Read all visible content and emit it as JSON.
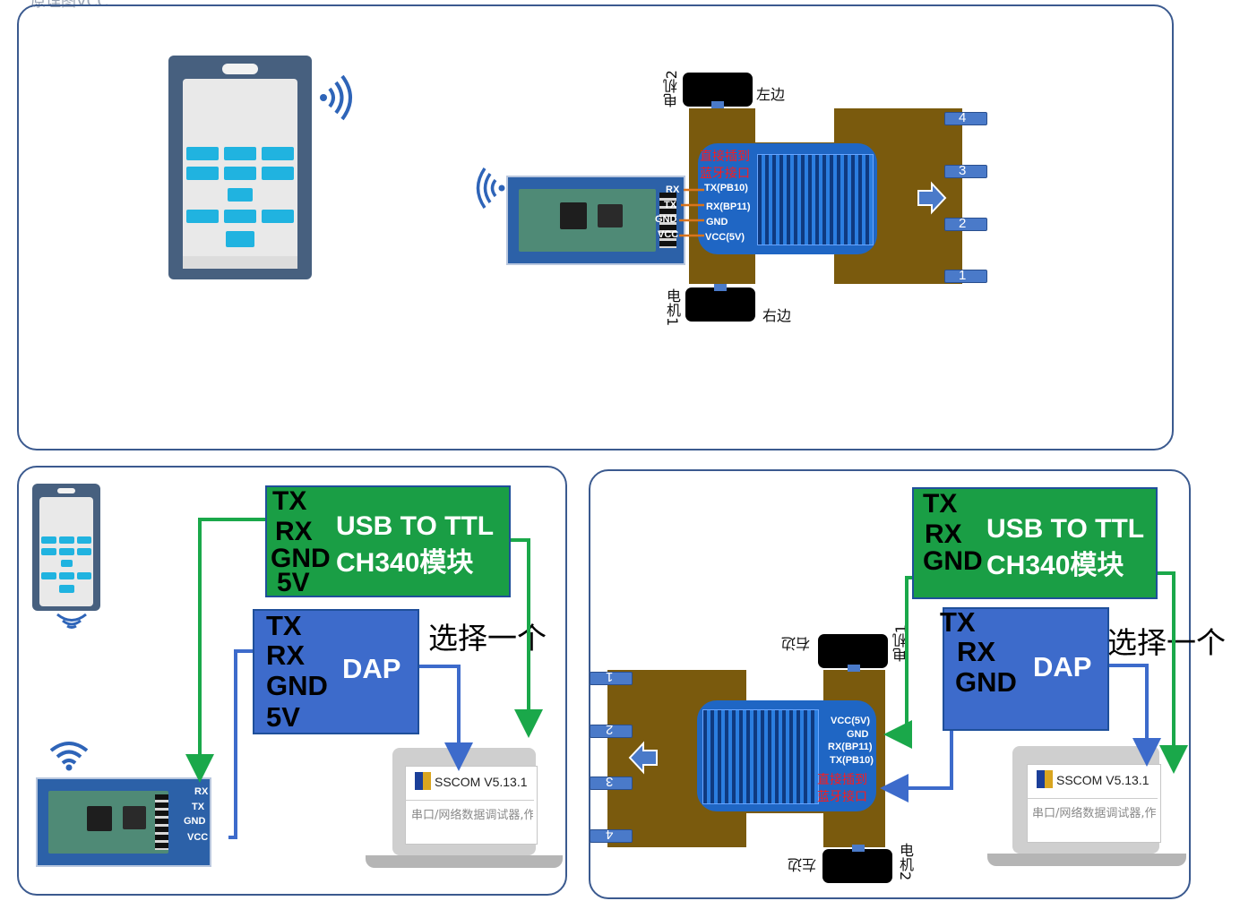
{
  "top_clip_label": "原理图VCC",
  "pins_module": [
    "RX",
    "TX",
    "GND",
    "VCC"
  ],
  "pins_board_a": [
    "TX(PB10)",
    "RX(BP11)",
    "GND",
    "VCC(5V)"
  ],
  "pins_board_b": [
    "VCC(5V)",
    "GND",
    "RX(BP11)",
    "TX(PB10)"
  ],
  "bt_note_line1": "直接插到",
  "bt_note_line2": "蓝牙接口",
  "motor_2": "电机2",
  "motor_1": "电机1",
  "left_side": "左边",
  "right_side": "右边",
  "tab_numbers": [
    "4",
    "3",
    "2",
    "1"
  ],
  "tab_numbers_b": [
    "1",
    "2",
    "3",
    "4"
  ],
  "usb_ttl": {
    "pins": [
      "TX",
      "RX",
      "GND",
      "5V"
    ],
    "line1": "USB TO TTL",
    "line2": "CH340模块"
  },
  "usb_ttl_b": {
    "pins": [
      "TX",
      "RX",
      "GND"
    ],
    "line1": "USB TO TTL",
    "line2": "CH340模块"
  },
  "dap": {
    "pins": [
      "TX",
      "RX",
      "GND",
      "5V"
    ],
    "label": "DAP"
  },
  "dap_b": {
    "pins": [
      "TX",
      "RX",
      "GND"
    ],
    "label": "DAP"
  },
  "choose_one": "选择一个",
  "sscom_title": "SSCOM V5.13.1",
  "sscom_subtitle": "串口/网络数据调试器,作",
  "colors": {
    "panel_border": "#3b5a8f",
    "green_module": "#1a9e45",
    "dap_blue": "#3d6bcb",
    "car_body": "#7a5a0d",
    "wire_green": "#1aa84a",
    "wire_blue": "#3d6bcb"
  }
}
